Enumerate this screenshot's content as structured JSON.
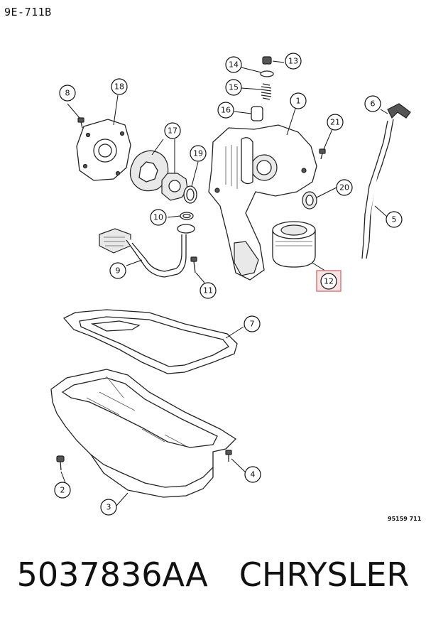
{
  "header": {
    "diagram_code": "9E-711B"
  },
  "figure": {
    "code": "95159 711"
  },
  "footer": {
    "part_number": "5037836AA",
    "brand": "CHRYSLER"
  },
  "colors": {
    "highlight": "#d87a7a",
    "highlight_fill": "#fbe3e3",
    "ink": "#111111"
  },
  "callouts": [
    {
      "label": "1",
      "highlighted": false
    },
    {
      "label": "2",
      "highlighted": false
    },
    {
      "label": "3",
      "highlighted": false
    },
    {
      "label": "4",
      "highlighted": false
    },
    {
      "label": "5",
      "highlighted": false
    },
    {
      "label": "6",
      "highlighted": false
    },
    {
      "label": "7",
      "highlighted": false
    },
    {
      "label": "8",
      "highlighted": false
    },
    {
      "label": "9",
      "highlighted": false
    },
    {
      "label": "10",
      "highlighted": false
    },
    {
      "label": "11",
      "highlighted": false
    },
    {
      "label": "12",
      "highlighted": true
    },
    {
      "label": "13",
      "highlighted": false
    },
    {
      "label": "14",
      "highlighted": false
    },
    {
      "label": "15",
      "highlighted": false
    },
    {
      "label": "16",
      "highlighted": false
    },
    {
      "label": "17",
      "highlighted": false
    },
    {
      "label": "18",
      "highlighted": false
    },
    {
      "label": "19",
      "highlighted": false
    },
    {
      "label": "20",
      "highlighted": false
    },
    {
      "label": "21",
      "highlighted": false
    }
  ]
}
